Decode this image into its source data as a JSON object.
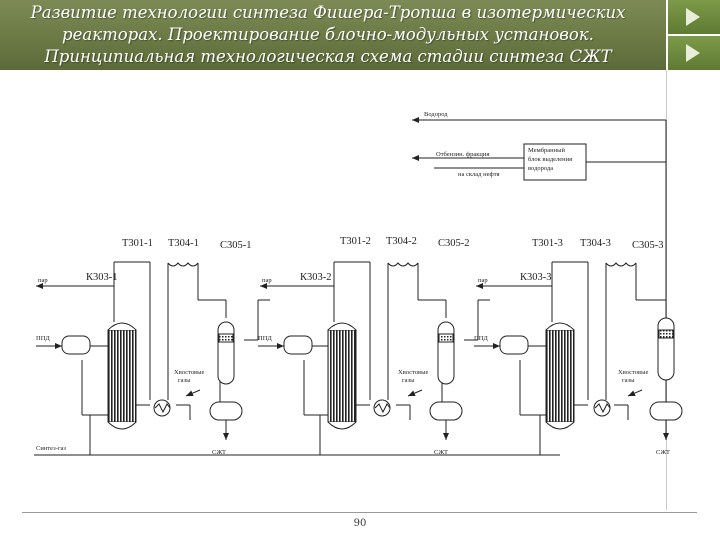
{
  "slide": {
    "title_lines": [
      "Развитие технологии синтеза Фишера-Тропша в изотермических",
      "реакторах. Проектирование блочно-модульных установок.",
      "Принципиальная технологическая схема стадии синтеза СЖТ"
    ],
    "page_number": "90"
  },
  "diagram": {
    "top_outputs": {
      "water": "Водород",
      "light_fraction": "Отбензин. фракция",
      "to_storage": "на склад нефтя"
    },
    "membrane_block": [
      "Мембранный",
      "блок выделения",
      "водорода"
    ],
    "syngas_input": "Синтез-газ",
    "units": [
      {
        "heater": "Т301-1",
        "cooler": "Т304-1",
        "separator": "С305-1",
        "reactor": "К303-1",
        "steam": "пар",
        "water_in": "ППД",
        "tail_gas": [
          "Хвостовые",
          "газы"
        ],
        "product": "СЖТ"
      },
      {
        "heater": "Т301-2",
        "cooler": "Т304-2",
        "separator": "С305-2",
        "reactor": "К303-2",
        "steam": "пар",
        "water_in": "ППД",
        "tail_gas": [
          "Хвостовые",
          "газы"
        ],
        "product": "СЖТ"
      },
      {
        "heater": "Т301-3",
        "cooler": "Т304-3",
        "separator": "С305-3",
        "reactor": "К303-3",
        "steam": "пар",
        "water_in": "ППД",
        "tail_gas": [
          "Хвостовые",
          "газы"
        ],
        "product": "СЖТ"
      }
    ]
  }
}
